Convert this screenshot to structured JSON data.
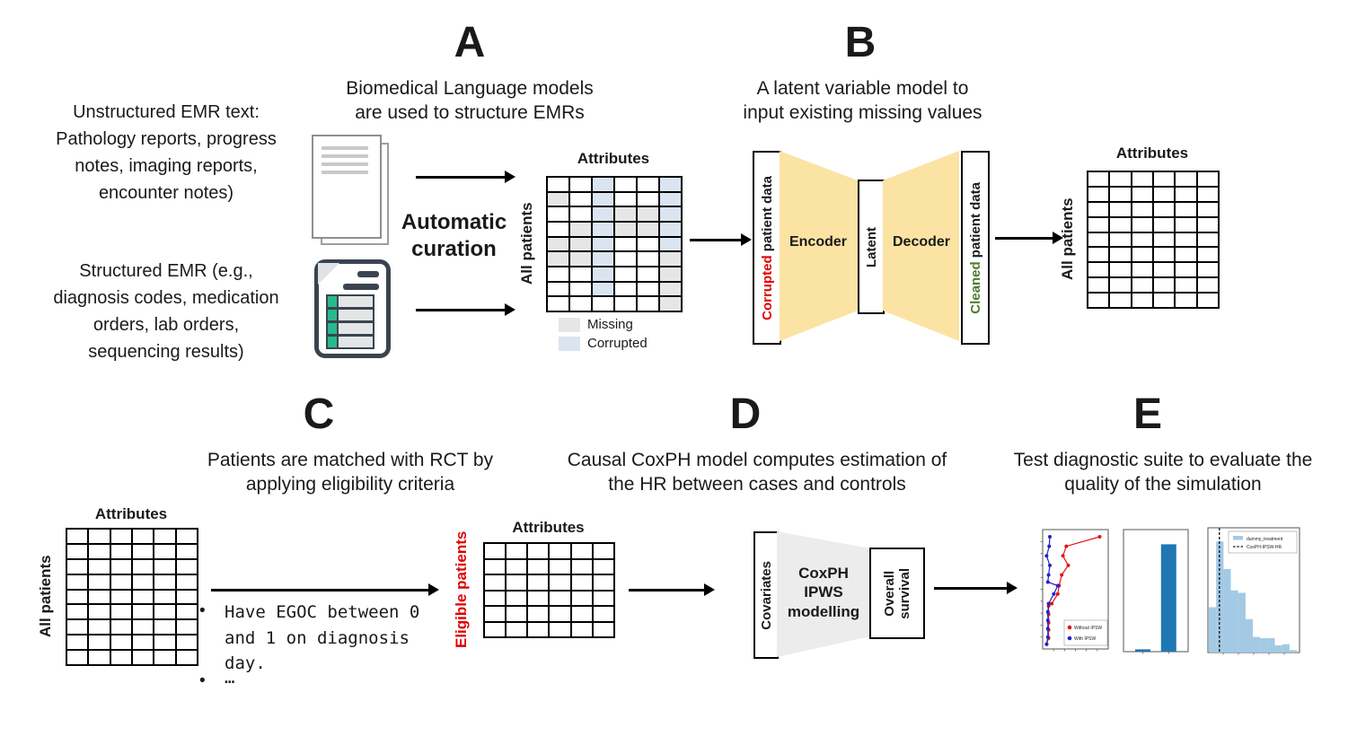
{
  "colors": {
    "missing_cell": "#e7e6e6",
    "corrupted_cell": "#dbe5f1",
    "autoencoder_trapezoid": "#fbe3a3",
    "model_trapezoid": "#ececec",
    "red": "#e00000",
    "green": "#4e7c2f"
  },
  "inputs": {
    "unstructured": "Unstructured EMR text:\nPathology reports, progress\nnotes, imaging reports,\nencounter notes)",
    "structured": "Structured EMR (e.g.,\ndiagnosis codes, medication\norders, lab orders,\nsequencing results)"
  },
  "icons": {
    "pages": "document-pages-icon",
    "record": "structured-record-icon"
  },
  "panel_a": {
    "letter": "A",
    "title": "Biomedical Language models\nare used to structure EMRs",
    "automatic_curation": "Automatic curation",
    "attributes_label": "Attributes",
    "patients_label": "All patients",
    "legend": {
      "missing": "Missing",
      "corrupted": "Corrupted"
    },
    "grid": {
      "rows": 9,
      "cols": 6,
      "cell_key": {
        "0": "normal",
        "1": "missing",
        "2": "corrupted"
      },
      "pattern": [
        [
          0,
          0,
          2,
          0,
          0,
          2
        ],
        [
          1,
          0,
          2,
          0,
          0,
          2
        ],
        [
          0,
          0,
          2,
          1,
          1,
          2
        ],
        [
          0,
          1,
          2,
          1,
          1,
          2
        ],
        [
          1,
          1,
          2,
          0,
          0,
          2
        ],
        [
          1,
          1,
          2,
          0,
          0,
          1
        ],
        [
          0,
          0,
          2,
          0,
          0,
          1
        ],
        [
          0,
          0,
          2,
          0,
          0,
          1
        ],
        [
          0,
          0,
          0,
          0,
          0,
          1
        ]
      ]
    }
  },
  "panel_b": {
    "letter": "B",
    "title": "A latent variable model to\ninput existing missing values",
    "corrupted_word": "Corrupted",
    "corrupted_rest": " patient data",
    "encoder": "Encoder",
    "latent": "Latent",
    "decoder": "Decoder",
    "cleaned_word": "Cleaned",
    "cleaned_rest": " patient data",
    "attributes_label": "Attributes",
    "patients_label": "All patients",
    "grid": {
      "rows": 9,
      "cols": 6
    }
  },
  "panel_c": {
    "letter": "C",
    "title": "Patients are matched with RCT by\napplying eligibility criteria",
    "attributes_label": "Attributes",
    "patients_label": "All patients",
    "grid_all": {
      "rows": 9,
      "cols": 6
    },
    "bullet_marker": "•",
    "bullets": [
      "Have EGOC between 0\nand 1 on diagnosis\nday.",
      "…"
    ],
    "eligible_attributes_label": "Attributes",
    "eligible_label": "Eligible patients",
    "grid_eligible": {
      "rows": 6,
      "cols": 6
    }
  },
  "panel_d": {
    "letter": "D",
    "title": "Causal CoxPH model computes estimation of\nthe HR between cases and controls",
    "covariates": "Covariates",
    "model": "CoxPH\nIPWS\nmodelling",
    "output": "Overall\nsurvival"
  },
  "panel_e": {
    "letter": "E",
    "title": "Test diagnostic suite to evaluate the\nquality of the simulation"
  },
  "chart_data": [
    {
      "type": "line",
      "name": "ipsw-adjustment-diagnostic",
      "coords": "normalized 0-1, y measured from top of axes",
      "legend_position": "lower right",
      "series": [
        {
          "name": "Without IPSW",
          "color": "#e01616",
          "points": [
            [
              0.87,
              0.06
            ],
            [
              0.36,
              0.14
            ],
            [
              0.31,
              0.22
            ],
            [
              0.39,
              0.3
            ],
            [
              0.29,
              0.38
            ],
            [
              0.25,
              0.47
            ],
            [
              0.23,
              0.54
            ],
            [
              0.14,
              0.62
            ],
            [
              0.09,
              0.64
            ],
            [
              0.09,
              0.71
            ],
            [
              0.09,
              0.78
            ],
            [
              0.09,
              0.84
            ],
            [
              0.09,
              0.91
            ],
            [
              0.06,
              0.96
            ]
          ]
        },
        {
          "name": "With IPSW",
          "color": "#2323c8",
          "points": [
            [
              0.11,
              0.06
            ],
            [
              0.1,
              0.14
            ],
            [
              0.06,
              0.22
            ],
            [
              0.11,
              0.3
            ],
            [
              0.09,
              0.38
            ],
            [
              0.08,
              0.44
            ],
            [
              0.23,
              0.47
            ],
            [
              0.17,
              0.54
            ],
            [
              0.09,
              0.62
            ],
            [
              0.08,
              0.69
            ],
            [
              0.08,
              0.76
            ],
            [
              0.08,
              0.83
            ],
            [
              0.08,
              0.9
            ],
            [
              0.06,
              0.96
            ]
          ]
        }
      ]
    },
    {
      "type": "bar",
      "name": "treatment-group-bar",
      "bar_color": "#1f77b4",
      "bars": [
        {
          "x_norm": 0.18,
          "height_norm": 0.02
        },
        {
          "x_norm": 0.58,
          "height_norm": 0.92
        }
      ]
    },
    {
      "type": "histogram",
      "name": "hr-distribution",
      "bar_color": "#a3c9e4",
      "legend": [
        "dummy_treatment",
        "CoxPH-IPSW-HR"
      ],
      "vline_x_norm": 0.12,
      "vline_style": "dashed black",
      "bin_heights_norm": [
        0.38,
        0.93,
        0.7,
        0.52,
        0.5,
        0.28,
        0.13,
        0.12,
        0.12,
        0.06,
        0.07,
        0.02
      ]
    }
  ]
}
